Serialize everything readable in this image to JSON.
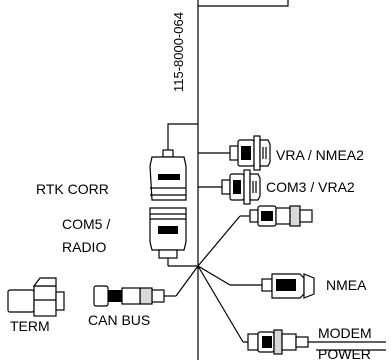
{
  "cable": {
    "part_number": "115-8000-064"
  },
  "labels": {
    "vra_nmea2": "VRA / NMEA2",
    "rtk_corr": "RTK CORR",
    "com3_vra2": "COM3 / VRA2",
    "com5": "COM5 /",
    "radio": "RADIO",
    "nmea": "NMEA",
    "term": "TERM",
    "can_bus": "CAN BUS",
    "modem": "MODEM",
    "power": "POWER"
  }
}
